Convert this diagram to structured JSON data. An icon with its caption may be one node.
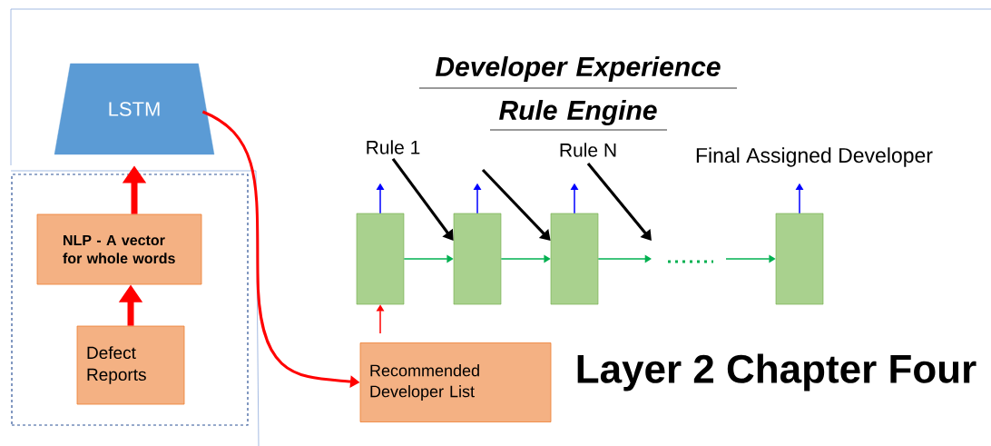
{
  "diagram": {
    "title": "Developer Experience Rule Engine",
    "nodes": [
      {
        "text": [
          "LSTM"
        ]
      },
      {
        "text": [],
        "shape": "box"
      },
      {
        "text": [
          "NLP - A vector for whole words"
        ],
        "in": 1
      },
      {
        "text": [
          "Defect Reports"
        ],
        "in": 1
      },
      {
        "text": [
          "Recommended Developer List"
        ]
      },
      {
        "text": [],
        "shape": "bar"
      },
      {
        "text": [],
        "shape": "bar"
      },
      {
        "text": [],
        "shape": "bar"
      },
      {
        "text": [],
        "shape": "bar"
      },
      {
        "text": [
          "Rule 1"
        ]
      },
      {
        "text": [
          "Rule N"
        ]
      }
    ],
    "edges": [
      {
        "from": 3,
        "to": 2,
        "arrow": "to",
        "style": "thick",
        "color": "#ff0000"
      },
      {
        "from": 2,
        "to": 0,
        "arrow": "to",
        "style": "thick",
        "color": "#ff0000"
      },
      {
        "from": 0,
        "to": 4,
        "arrow": "to",
        "color": "#ff0000"
      },
      {
        "from": 4,
        "to": 5,
        "arrow": "to",
        "color": "#ff0000"
      },
      {
        "from": 5,
        "to": 6,
        "arrow": "to",
        "color": "#00b050"
      },
      {
        "from": 6,
        "to": 7,
        "arrow": "to",
        "color": "#00b050"
      },
      {
        "from": 7,
        "to": null,
        "arrow": "to",
        "color": "#00b050"
      },
      {
        "from": null,
        "to": 8,
        "arrow": "to",
        "color": "#00b050"
      },
      {
        "from": 5,
        "to": null,
        "arrow": "to",
        "color": "#0000ff"
      },
      {
        "from": 6,
        "to": null,
        "arrow": "to",
        "color": "#0000ff"
      },
      {
        "from": 7,
        "to": null,
        "arrow": "to",
        "color": "#0000ff"
      },
      {
        "from": 8,
        "to": null,
        "arrow": "to",
        "color": "#0000ff"
      },
      {
        "from": 9,
        "to": 6,
        "arrow": "to",
        "style": "thick",
        "color": "#000000"
      },
      {
        "from": null,
        "to": 7,
        "arrow": "to",
        "style": "thick",
        "color": "#000000"
      },
      {
        "from": 10,
        "to": null,
        "arrow": "to",
        "style": "thick",
        "color": "#000000"
      }
    ],
    "labels": [
      "Final Assigned Developer",
      "Layer 2 Chapter Four"
    ]
  }
}
